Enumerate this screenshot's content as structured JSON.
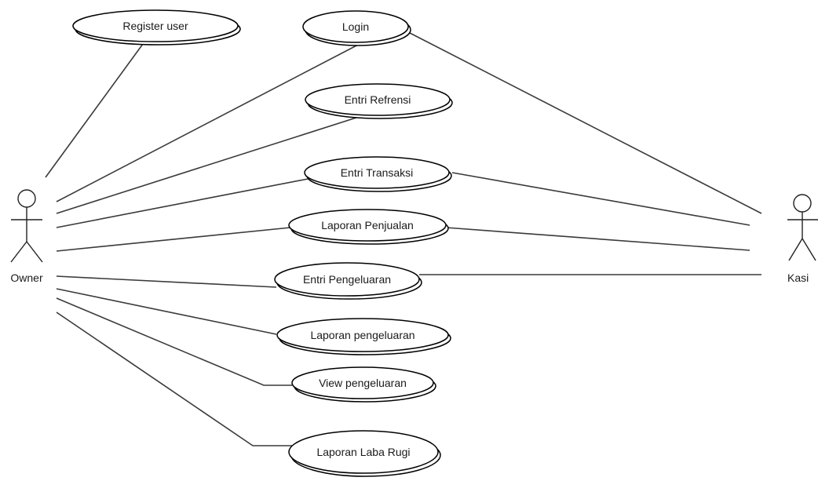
{
  "actors": [
    {
      "id": "owner",
      "label": "Owner"
    },
    {
      "id": "kasir",
      "label": "Kasi"
    }
  ],
  "use_cases": [
    {
      "id": "register",
      "label": "Register user"
    },
    {
      "id": "login",
      "label": "Login"
    },
    {
      "id": "refrensi",
      "label": "Entri Refrensi"
    },
    {
      "id": "transaksi",
      "label": "Entri Transaksi"
    },
    {
      "id": "penjualan",
      "label": "Laporan Penjualan"
    },
    {
      "id": "pengeluaran",
      "label": "Entri Pengeluaran"
    },
    {
      "id": "lap-pengeluaran",
      "label": "Laporan pengeluaran"
    },
    {
      "id": "view-pengeluaran",
      "label": "View pengeluaran"
    },
    {
      "id": "laba-rugi",
      "label": "Laporan Laba Rugi"
    }
  ],
  "associations": [
    {
      "from": "owner",
      "to": "register"
    },
    {
      "from": "owner",
      "to": "login"
    },
    {
      "from": "owner",
      "to": "refrensi"
    },
    {
      "from": "owner",
      "to": "transaksi"
    },
    {
      "from": "owner",
      "to": "penjualan"
    },
    {
      "from": "owner",
      "to": "pengeluaran"
    },
    {
      "from": "owner",
      "to": "lap-pengeluaran"
    },
    {
      "from": "owner",
      "to": "view-pengeluaran"
    },
    {
      "from": "owner",
      "to": "laba-rugi"
    },
    {
      "from": "kasir",
      "to": "login"
    },
    {
      "from": "kasir",
      "to": "transaksi"
    },
    {
      "from": "kasir",
      "to": "penjualan"
    },
    {
      "from": "kasir",
      "to": "pengeluaran"
    }
  ]
}
